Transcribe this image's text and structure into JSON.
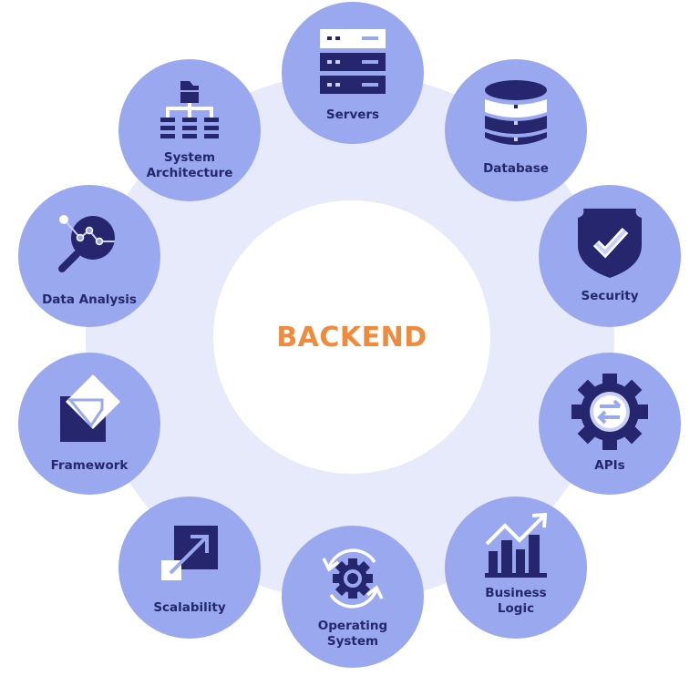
{
  "diagram": {
    "center_label": "BACKEND",
    "colors": {
      "accent_orange": "#f08a3c",
      "node_fill": "#9aa8ef",
      "icon_dark": "#26266e",
      "ring_fill": "#e6eafa",
      "core_fill": "#ffffff",
      "label_text": "#24286a"
    },
    "nodes": [
      {
        "id": "servers",
        "label": "Servers",
        "icon": "server-rack-icon"
      },
      {
        "id": "database",
        "label": "Database",
        "icon": "database-icon"
      },
      {
        "id": "security",
        "label": "Security",
        "icon": "shield-check-icon"
      },
      {
        "id": "apis",
        "label": "APIs",
        "icon": "gear-exchange-icon"
      },
      {
        "id": "business-logic",
        "label": "Business\nLogic",
        "icon": "bar-chart-trend-icon"
      },
      {
        "id": "operating-system",
        "label": "Operating\nSystem",
        "icon": "gear-cycle-icon"
      },
      {
        "id": "scalability",
        "label": "Scalability",
        "icon": "scale-up-arrow-icon"
      },
      {
        "id": "framework",
        "label": "Framework",
        "icon": "framework-shapes-icon"
      },
      {
        "id": "data-analysis",
        "label": "Data Analysis",
        "icon": "magnifier-chart-icon"
      },
      {
        "id": "system-architecture",
        "label": "System\nArchitecture",
        "icon": "hierarchy-icon"
      }
    ]
  }
}
